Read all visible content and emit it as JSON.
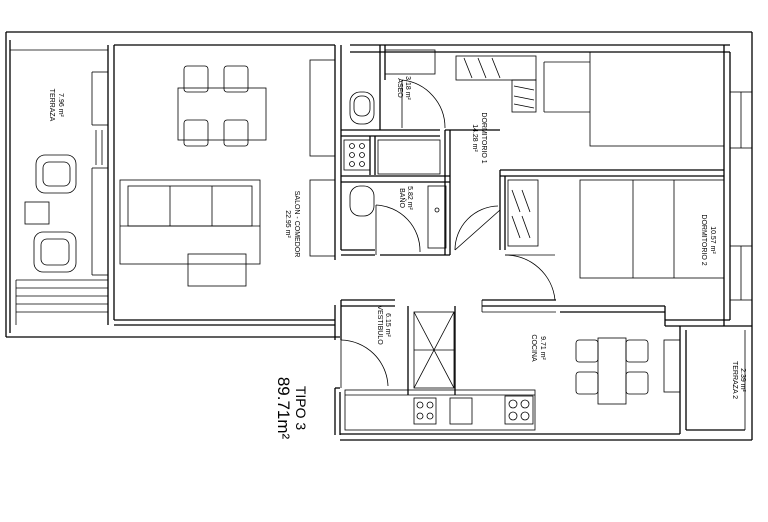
{
  "rooms": {
    "terraza": {
      "name": "TERRAZA",
      "area": "7.96 m²"
    },
    "salon": {
      "name": "SALON - COMEDOR",
      "area": "22.95 m²"
    },
    "aseo": {
      "name": "ASEO",
      "area": "3.18 m²"
    },
    "bano": {
      "name": "BAÑO",
      "area": "5.82 m²"
    },
    "dormitorio1": {
      "name": "DORMITORIO 1",
      "area": "14.28 m²"
    },
    "dormitorio2": {
      "name": "DORMITORIO 2",
      "area": "10.57 m²"
    },
    "vestibulo": {
      "name": "VESTIBULO",
      "area": "6.15 m²"
    },
    "cocina": {
      "name": "COCINA",
      "area": "9.71 m²"
    },
    "terraza2": {
      "name": "TERRAZA 2",
      "area": "2.39 m²"
    }
  },
  "unit": {
    "type": "TIPO 3",
    "area": "89.71m²"
  }
}
